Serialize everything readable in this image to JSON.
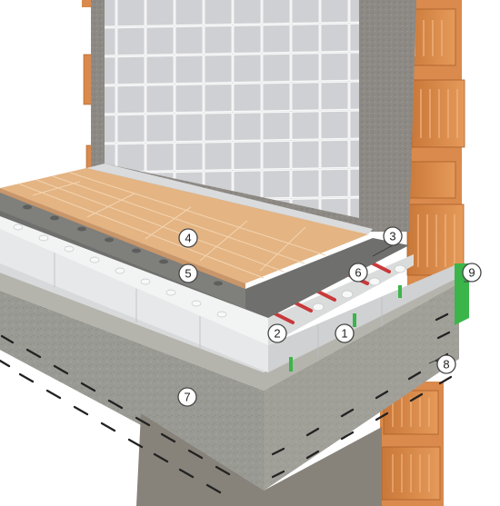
{
  "callouts": [
    {
      "id": "1",
      "label": "1"
    },
    {
      "id": "2",
      "label": "2"
    },
    {
      "id": "3",
      "label": "3"
    },
    {
      "id": "4",
      "label": "4"
    },
    {
      "id": "5",
      "label": "5"
    },
    {
      "id": "6",
      "label": "6"
    },
    {
      "id": "7",
      "label": "7"
    },
    {
      "id": "8",
      "label": "8"
    },
    {
      "id": "9",
      "label": "9"
    }
  ],
  "colors": {
    "brick": "#d98a4c",
    "brick_dark": "#b86a33",
    "concrete": "#9b9b95",
    "plaster": "#8e8a84",
    "tile_wall": "#c9cacd",
    "floor_tile": "#e4b483",
    "screed": "#7d7d7b",
    "insulation": "#e9ebec",
    "pipe_red": "#c9393a",
    "green_strip": "#3bb54a"
  }
}
